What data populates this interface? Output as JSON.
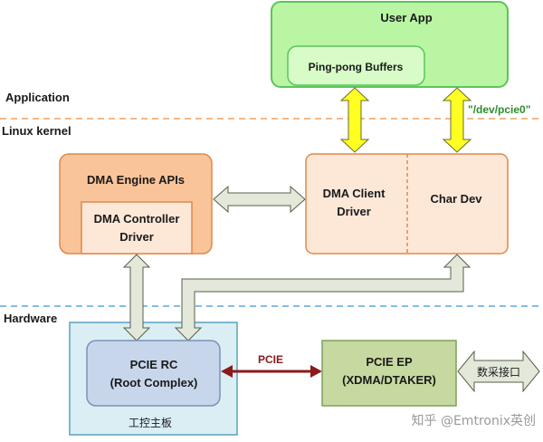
{
  "layers": {
    "application": "Application",
    "linux_kernel": "Linux kernel",
    "hardware": "Hardware"
  },
  "blocks": {
    "user_app": "User App",
    "ping_pong": "Ping-pong Buffers",
    "dma_engine_apis": "DMA Engine APIs",
    "dma_controller_line1": "DMA Controller",
    "dma_controller_line2": "Driver",
    "dma_client_line1": "DMA Client",
    "dma_client_line2": "Driver",
    "char_dev": "Char Dev",
    "motherboard": "工控主板",
    "pcie_rc_line1": "PCIE RC",
    "pcie_rc_line2": "(Root Complex)",
    "pcie_ep_line1": "PCIE EP",
    "pcie_ep_line2": "(XDMA/DTAKER)",
    "data_interface": "数采接口"
  },
  "labels": {
    "dev_path": "\"/dev/pcie0\"",
    "pcie_link": "PCIE",
    "watermark": "知乎 @Emtronix英创"
  },
  "colors": {
    "user_app_fill": "#b9f5a3",
    "user_app_border": "#5cc45a",
    "dma_engine_fill": "#f9c499",
    "dma_engine_border": "#e0894a",
    "inner_peach_fill": "#fde8d8",
    "hardware_box_fill": "#dbeef3",
    "pcie_rc_fill": "#c8d6ec",
    "pcie_ep_fill": "#c6d9a0",
    "yellow_arrow": "#ffff22",
    "gray_arrow": "#e3e8da",
    "dashed_line": "#f0a060",
    "dashed_line_hw": "#58a8d8",
    "dev_path_text": "#2e8b2e",
    "pcie_link": "#8b1a1a"
  }
}
